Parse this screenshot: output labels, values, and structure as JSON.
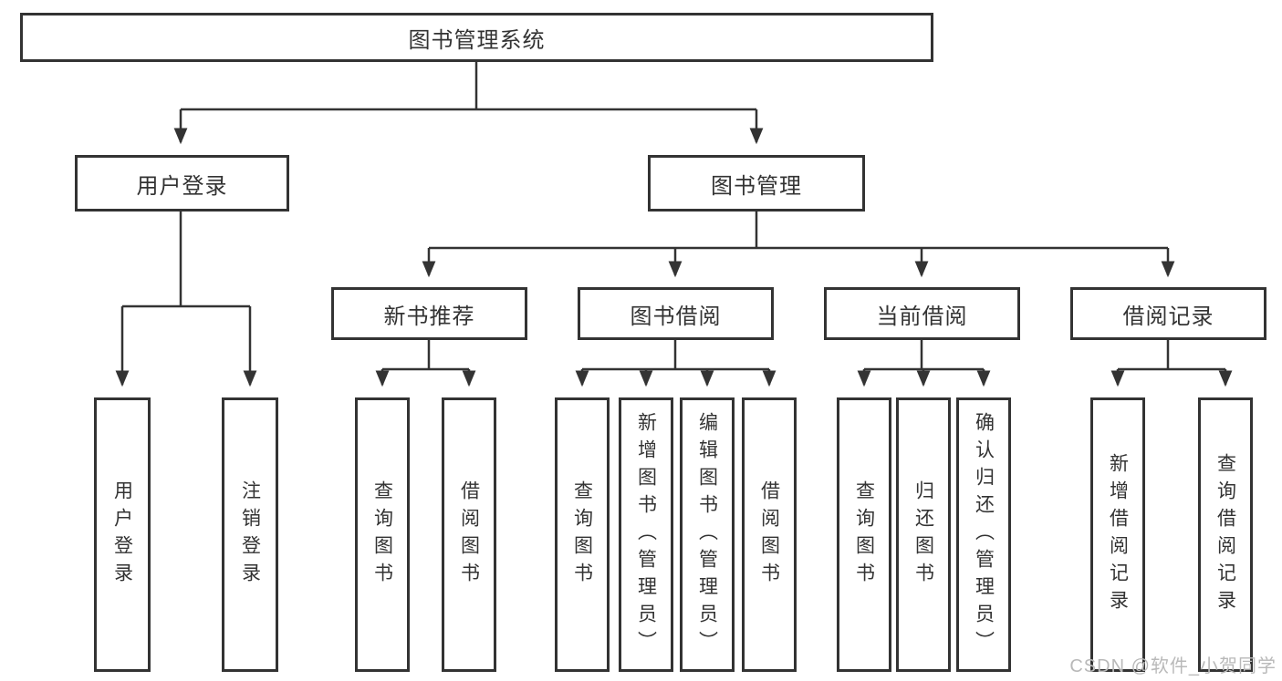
{
  "diagram": {
    "title_node": {
      "label": "图书管理系统"
    },
    "level2": {
      "user_login": {
        "label": "用户登录"
      },
      "book_mgmt": {
        "label": "图书管理"
      }
    },
    "level3": {
      "new_book_rec": {
        "label": "新书推荐"
      },
      "book_borrow": {
        "label": "图书借阅"
      },
      "cur_borrow": {
        "label": "当前借阅"
      },
      "borrow_rec": {
        "label": "借阅记录"
      }
    },
    "leaves": {
      "user_login": {
        "label": "用户登录"
      },
      "logout": {
        "label": "注销登录"
      },
      "nb_query": {
        "label": "查询图书"
      },
      "nb_borrow": {
        "label": "借阅图书"
      },
      "bb_query": {
        "label": "查询图书"
      },
      "bb_add": {
        "label": "新增图书（管理员）"
      },
      "bb_edit": {
        "label": "编辑图书（管理员）"
      },
      "bb_borrow": {
        "label": "借阅图书"
      },
      "cb_query": {
        "label": "查询图书"
      },
      "cb_return": {
        "label": "归还图书"
      },
      "cb_confirm": {
        "label": "确认归还（管理员）"
      },
      "br_add": {
        "label": "新增借阅记录"
      },
      "br_query": {
        "label": "查询借阅记录"
      }
    }
  },
  "watermark": {
    "text": "CSDN @软件_小贺同学"
  },
  "colors": {
    "line": "#333333",
    "box_border": "#333333",
    "box_background": "#ffffff",
    "text": "#333333",
    "watermark": "#b9b9b9"
  }
}
